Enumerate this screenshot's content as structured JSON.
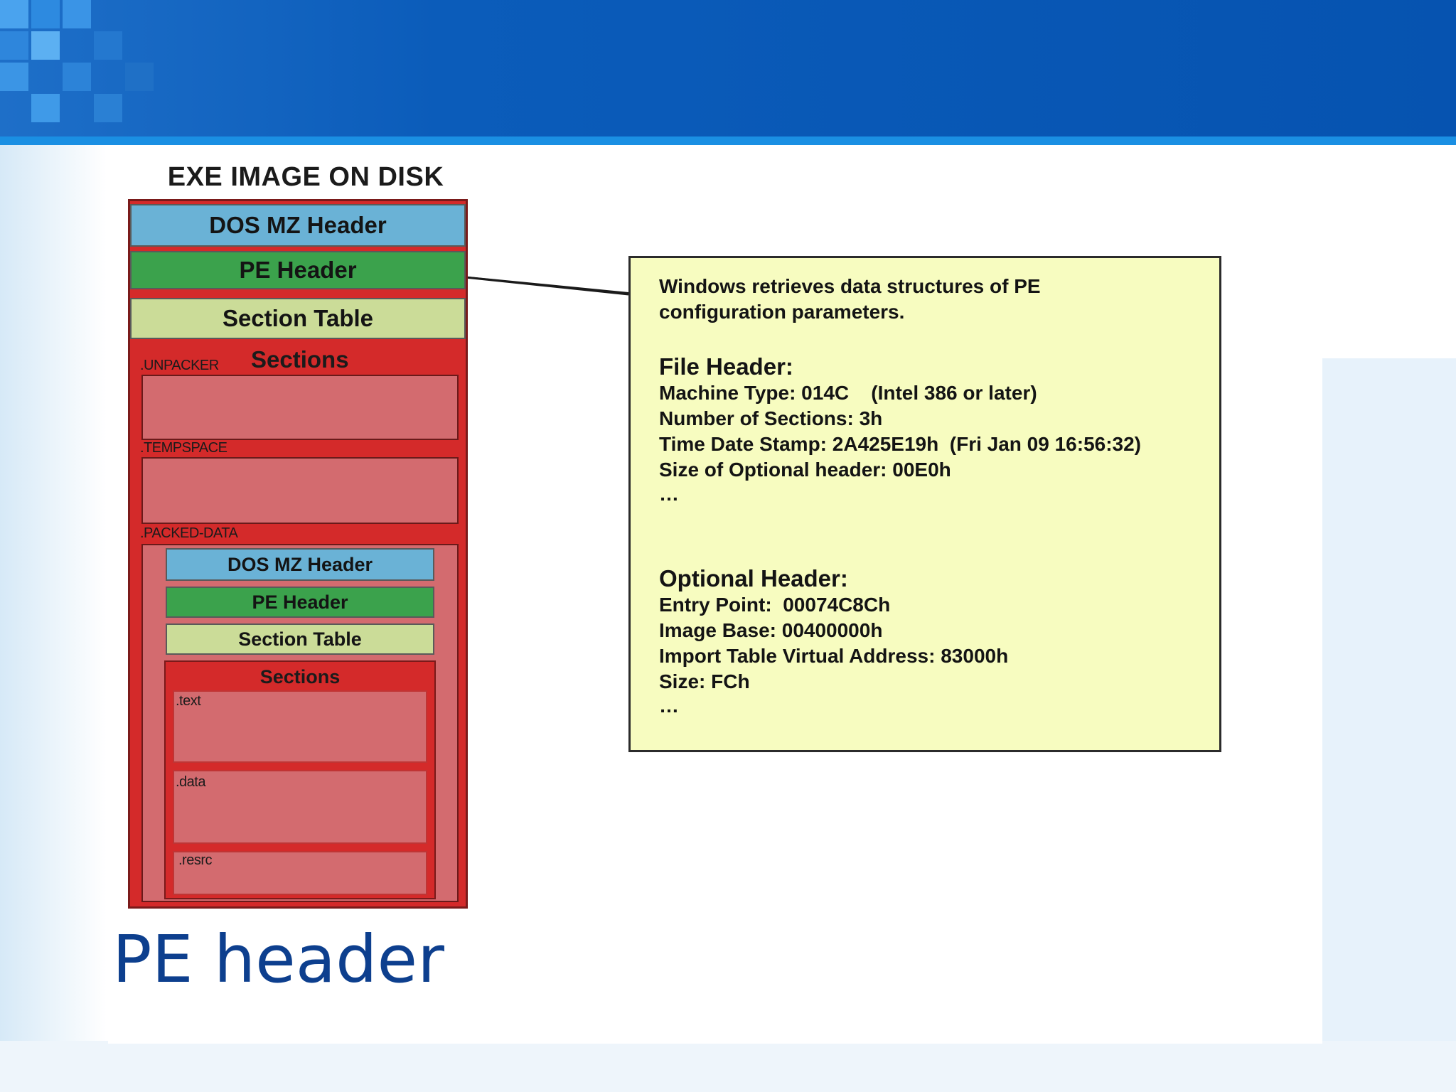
{
  "slide": {
    "title": "PE header"
  },
  "diagram": {
    "disk_title": "EXE IMAGE ON DISK",
    "outer": {
      "dos_header": "DOS MZ Header",
      "pe_header": "PE Header",
      "section_table": "Section Table",
      "sections_title": "Sections",
      "unpacker_label": ".UNPACKER",
      "tempspace_label": ".TEMPSPACE",
      "packed_label": ".PACKED-DATA"
    },
    "inner": {
      "dos_header": "DOS MZ Header",
      "pe_header": "PE Header",
      "section_table": "Section Table",
      "sections_title": "Sections",
      "text_label": ".text",
      "data_label": ".data",
      "rsrc_label": ".resrc"
    },
    "colors": {
      "header_blue": "#6ab2d6",
      "header_green": "#3ba24c",
      "section_table_lime": "#cbdc98",
      "sections_red": "#d42a2a",
      "section_pink": "#d36b6f",
      "callout_yellow": "#f7fcc0",
      "title_blue": "#0d3f8e"
    }
  },
  "callout": {
    "intro_line1": "Windows retrieves data structures of PE",
    "intro_line2": "configuration parameters.",
    "file_header_title": "File Header:",
    "machine_type": "Machine Type: 014C    (Intel 386 or later)",
    "num_sections": "Number of Sections: 3h",
    "time_date_stamp": "Time Date Stamp: 2A425E19h  (Fri Jan 09 16:56:32)",
    "size_optional": "Size of Optional header: 00E0h",
    "ellipsis1": "…",
    "optional_header_title": "Optional Header:",
    "entry_point": "Entry Point:  00074C8Ch",
    "image_base": "Image Base: 00400000h",
    "import_table": "Import Table Virtual Address: 83000h",
    "size": "Size: FCh",
    "ellipsis2": "…"
  }
}
